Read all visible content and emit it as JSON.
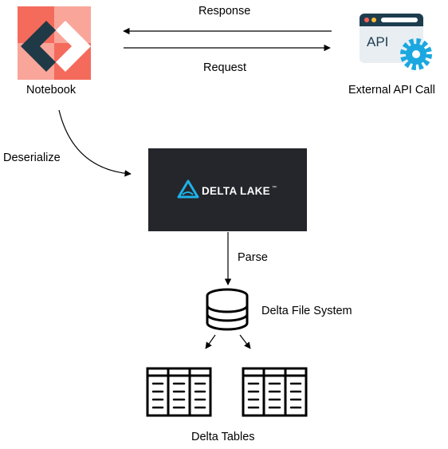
{
  "nodes": {
    "notebook": {
      "label": "Notebook",
      "colors": {
        "light": "#f9a59a",
        "mid": "#f46b5c",
        "dark": "#1f3a46"
      }
    },
    "external_api": {
      "label": "External API Call",
      "badge": "API",
      "colors": {
        "window": "#e9eef3",
        "titlebar": "#1d3d4f",
        "gear": "#1ba8e0",
        "dot_red": "#ff5f57",
        "dot_yellow": "#febc2e"
      }
    },
    "delta_lake": {
      "label": "DELTA LAKE",
      "trademark": "™",
      "colors": {
        "background": "#24262b",
        "logo": "#1fb1e8"
      }
    },
    "delta_fs": {
      "label": "Delta File System"
    },
    "delta_tables": {
      "label": "Delta Tables"
    }
  },
  "edges": {
    "response": "Response",
    "request": "Request",
    "deserialize": "Deserialize",
    "parse": "Parse"
  }
}
